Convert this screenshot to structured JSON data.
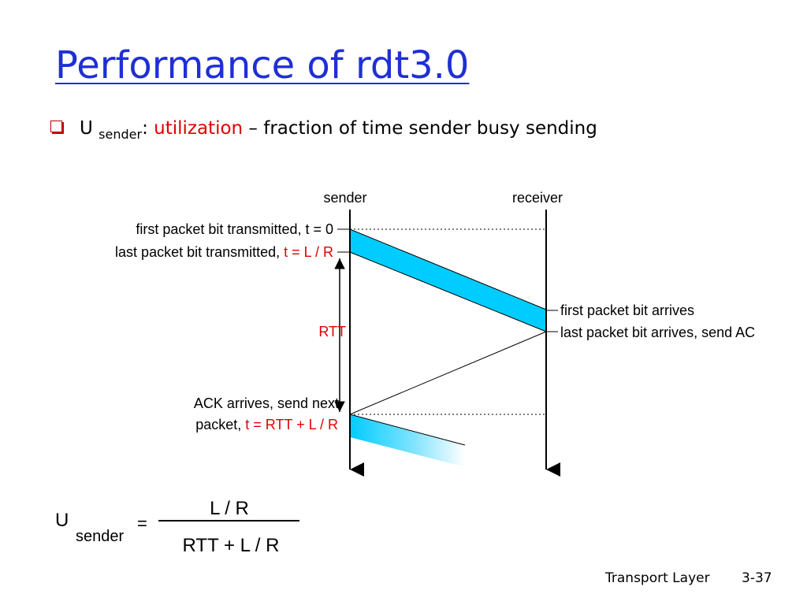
{
  "slide": {
    "title": "Performance of rdt3.0",
    "bullet": {
      "u": "U",
      "sub": "sender",
      "colon": ":",
      "highlight": "utilization",
      "rest": " – fraction of time sender busy sending"
    },
    "footer": {
      "topic": "Transport Layer",
      "page": "3-37"
    }
  },
  "diagram": {
    "sender_label": "sender",
    "receiver_label": "receiver",
    "first_tx": "first packet bit transmitted, t = 0",
    "last_tx_prefix": "last packet bit transmitted, ",
    "last_tx_time": "t = L / R",
    "rtt_label": "RTT",
    "first_arrive": "first packet bit arrives",
    "last_arrive": "last packet bit arrives, send AC",
    "ack_line1": "ACK arrives, send next",
    "ack_line2_prefix": "packet, ",
    "ack_line2_time": "t = RTT + L / R"
  },
  "formula": {
    "u": "U",
    "sub": "sender",
    "equals": "=",
    "numerator": "L / R",
    "denominator": "RTT + L / R"
  },
  "colors": {
    "title": "#1f2fd6",
    "packet_fill": "#00ccff",
    "emphasis": "#e00000"
  }
}
